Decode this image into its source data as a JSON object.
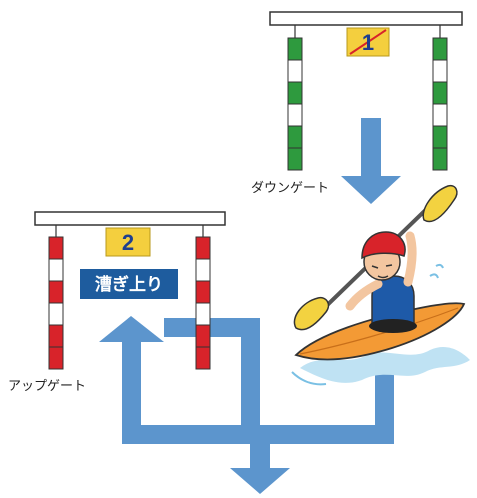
{
  "down_gate": {
    "number": "1",
    "label": "ダウンゲート",
    "pole_color": "#2e9a3e"
  },
  "up_gate": {
    "number": "2",
    "label": "アップゲート",
    "pole_color": "#d8232a",
    "badge_text": "漕ぎ上り"
  },
  "colors": {
    "arrow": "#5c95cd",
    "badge": "#1e5c9e",
    "number_box": "#f4cf3e",
    "kayak": "#f39a35",
    "paddle": "#f3d240",
    "helmet": "#d8232a",
    "vest": "#1e5aa8"
  }
}
